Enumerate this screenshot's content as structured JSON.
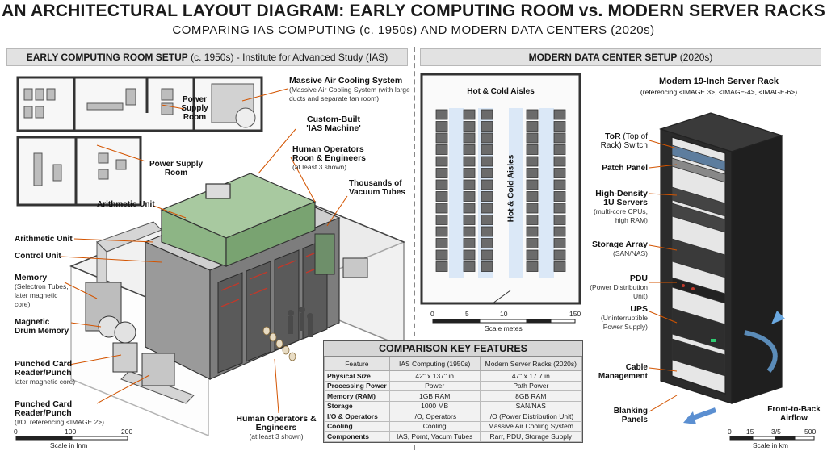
{
  "title": "AN ARCHITECTURAL LAYOUT DIAGRAM: EARLY COMPUTING ROOM vs. MODERN SERVER RACKS",
  "subtitle": "COMPARING IAS COMPUTING (c. 1950s) AND MODERN DATA CENTERS (2020s)",
  "left_panel": {
    "heading_bold": "EARLY COMPUTING ROOM SETUP",
    "heading_rest": " (c. 1950s) - Institute for Advanced Study (IAS)",
    "labels": {
      "air_cooling_title": "Massive Air Cooling System",
      "air_cooling_sub": "(Massive Air Cooling System (with large ducts and separate fan room)",
      "power_supply_room_1": "Power Supply Room",
      "custom_built_title": "Custom-Built",
      "custom_built_name": "'IAS Machine'",
      "power_supply_room_2": "Power Supply Room",
      "human_ops_top_title": "Human Operators Roon & Engineers",
      "human_ops_top_sub": "(at least 3 shown)",
      "vacuum_tubes": "Thousands of Vacuum Tubes",
      "arith_unit_1": "Arithmetic Unit",
      "arith_unit_2": "Arithmetic Unit",
      "control_unit": "Control Unit",
      "memory_title": "Memory",
      "memory_sub": "(Selectron Tubes, later magnetic core)",
      "drum_memory": "Magnetic Drum Memory",
      "punch_1_title": "Punched Card Reader/Punch",
      "punch_1_sub": "later magnetic core)",
      "punch_2_title": "Punched Card Reader/Punch",
      "punch_2_sub": "(I/O, referencing <IMAGE 2>)",
      "human_ops_bottom_title": "Human Operators & Engineers",
      "human_ops_bottom_sub": "(at least 3 shown)"
    },
    "scale": {
      "ticks": [
        "0",
        "100",
        "200"
      ],
      "label": "Scale in lnm"
    }
  },
  "right_panel": {
    "heading_bold": "MODERN DATA CENTER SETUP",
    "heading_rest": " (2020s)",
    "floorplan": {
      "aisles_label": "Hot & Cold Aisles",
      "aisles_vertical": "Hot & Cold Aisles",
      "scale": {
        "ticks": [
          "0",
          "5",
          "10",
          "150"
        ],
        "label": "Scale metes"
      }
    },
    "rack": {
      "title": "Modern 19-Inch Server Rack",
      "subtitle": "(referencing <IMAGE 3>, <IMAGE-4>, <IMAGE-6>)",
      "tor_title": "ToR",
      "tor_rest": " (Top of Rack) Switch",
      "patch_panel": "Patch Panel",
      "hd_title": "High-Density 1U Servers",
      "hd_sub": "(multi-core CPUs, high RAM)",
      "storage_title": "Storage Array",
      "storage_sub": "(SAN/NAS)",
      "pdu_title": "PDU",
      "pdu_sub": "(Power Distribution Unit)",
      "ups_title": "UPS",
      "ups_sub": "(Uninterruptible Power Supply)",
      "cable_mgmt": "Cable Management",
      "blanking": "Blanking Panels",
      "airflow": "Front-to-Back Airflow",
      "scale": {
        "ticks": [
          "0",
          "15",
          "3/5",
          "500"
        ],
        "label": "Scale in km"
      }
    }
  },
  "comparison": {
    "title": "COMPARISON KEY FEATURES",
    "headers": [
      "Feature",
      "IAS Computing (1950s)",
      "Modern Server Racks (2020s)"
    ],
    "rows": [
      [
        "Physical Size",
        "42\" x 137\" in",
        "47\" x 17.7 in"
      ],
      [
        "Processing Power",
        "Power",
        "Path Power"
      ],
      [
        "Memory (RAM)",
        "1GB RAM",
        "8GB RAM"
      ],
      [
        "Storage",
        "1000 MB",
        "SAN/NAS"
      ],
      [
        "I/O & Operators",
        "I/O, Operators",
        "I/O (Power Distribution Unit)"
      ],
      [
        "Cooling",
        "Cooling",
        "Massive Air Cooling System"
      ],
      [
        "Components",
        "IAS, Pomt, Vacum Tubes",
        "Rarr, PDU, Storage  Supply"
      ]
    ]
  },
  "colors": {
    "panel_header": "#e2e2e2",
    "cold_aisle": "#dbe8f7",
    "machine_roof": "#a8c9a0",
    "accent_red": "#c0392b",
    "cabinet": "#2b2b2b"
  }
}
